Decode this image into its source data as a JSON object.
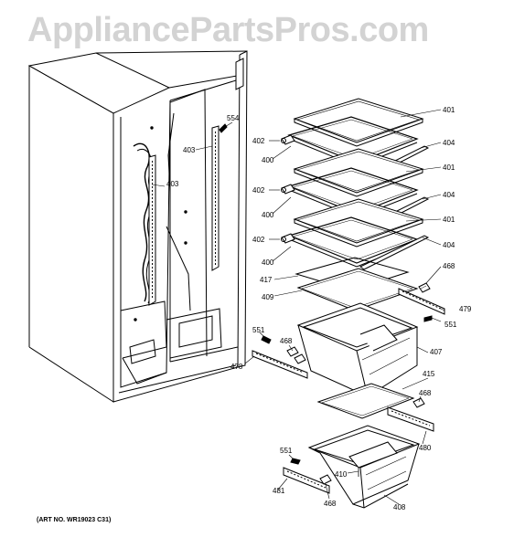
{
  "watermark": "AppliancePartsPros.com",
  "art_number": "(ART NO. WR19023 C31)",
  "callouts": {
    "c401a": "401",
    "c402a": "402",
    "c400a": "400",
    "c404a": "404",
    "c401b": "401",
    "c402b": "402",
    "c400b": "400",
    "c404b": "404",
    "c401c": "401",
    "c402c": "402",
    "c400c": "400",
    "c404c": "404",
    "c417": "417",
    "c409": "409",
    "c468a": "468",
    "c479": "479",
    "c551a": "551",
    "c403a": "403",
    "c403b": "403",
    "c554": "554",
    "c551b": "551",
    "c468b": "468",
    "c478": "478",
    "c407": "407",
    "c415": "415",
    "c468c": "468",
    "c480": "480",
    "c551c": "551",
    "c481": "481",
    "c468d": "468",
    "c410": "410",
    "c408": "408"
  }
}
